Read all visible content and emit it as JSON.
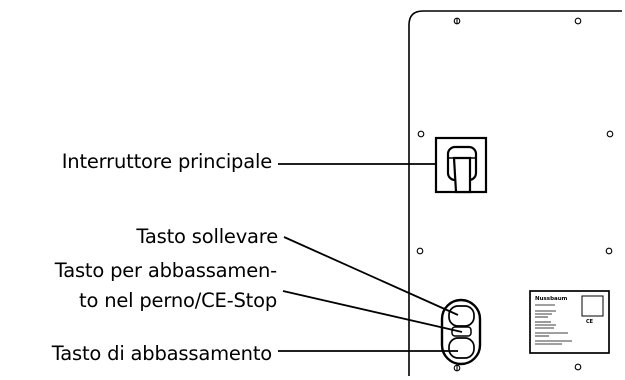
{
  "labels": {
    "main_switch": "Interruttore principale",
    "raise_button": "Tasto sollevare",
    "lower_ce_stop_line1": "Tasto per abbassamen-",
    "lower_ce_stop_line2": "to nel perno/CE-Stop",
    "lower_button": "Tasto di abbassamento"
  },
  "type_plate": {
    "brand": "Nussbaum",
    "mark": "CE"
  }
}
